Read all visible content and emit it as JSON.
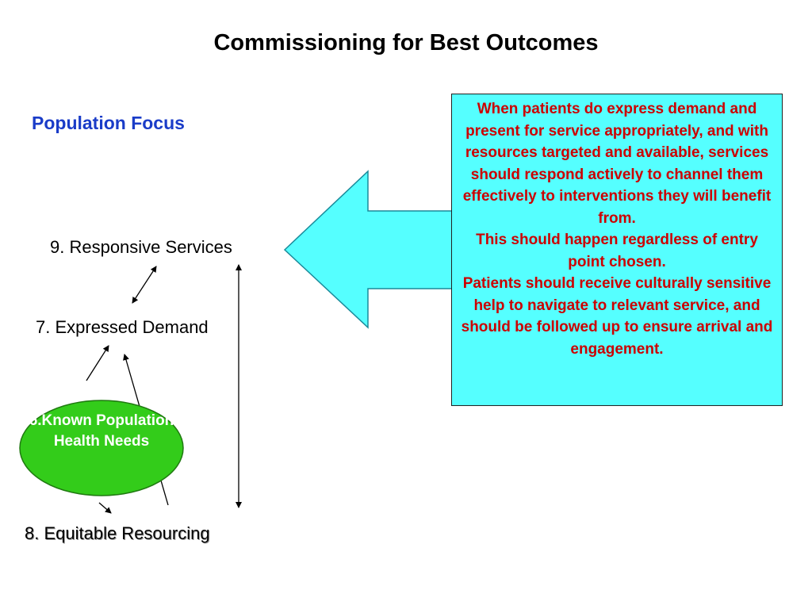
{
  "slide": {
    "title": "Commissioning for Best Outcomes",
    "subtitle": "Population Focus"
  },
  "nodes": {
    "responsive_services": "9. Responsive Services",
    "expressed_demand": "7. Expressed Demand",
    "known_needs": "6.Known Population Health Needs",
    "equitable_resourcing": "8. Equitable Resourcing"
  },
  "info_box": {
    "paragraphs": [
      "When patients do express demand and present for service appropriately, and with resources targeted and available, services should respond actively to channel them effectively to interventions they will benefit from.",
      "This should happen regardless of entry point chosen.",
      "Patients should receive culturally sensitive help to navigate to relevant service, and should be followed up to ensure arrival and engagement."
    ]
  },
  "colors": {
    "title": "#000000",
    "subtitle": "#1a3cc8",
    "box_fill": "#55ffff",
    "box_text": "#cc0000",
    "arrow_fill": "#55ffff",
    "ellipse_fill": "#33cc1a",
    "ellipse_text": "#ffffff"
  }
}
